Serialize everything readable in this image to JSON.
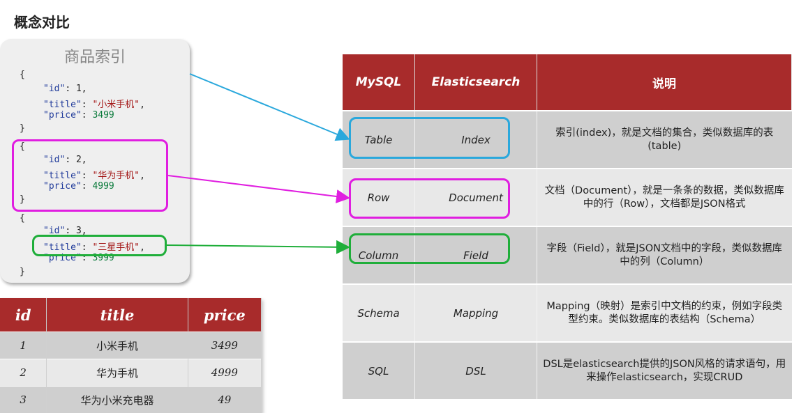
{
  "heading": "概念对比",
  "index_card": {
    "title": "商品索引",
    "docs": [
      {
        "id": "1",
        "title": "\"小米手机\"",
        "price": "3499"
      },
      {
        "id": "2",
        "title": "\"华为手机\"",
        "price": "4999"
      },
      {
        "id": "3",
        "title": "\"三星手机\"",
        "price": "3999"
      }
    ],
    "keys": {
      "id": "\"id\"",
      "title": "\"title\"",
      "price": "\"price\""
    }
  },
  "left_table": {
    "headers": [
      "id",
      "title",
      "price"
    ],
    "rows": [
      [
        "1",
        "小米手机",
        "3499"
      ],
      [
        "2",
        "华为手机",
        "4999"
      ],
      [
        "3",
        "华为小米充电器",
        "49"
      ]
    ]
  },
  "right_table": {
    "headers": [
      "MySQL",
      "Elasticsearch",
      "说明"
    ],
    "rows": [
      [
        "Table",
        "Index",
        "索引(index)，就是文档的集合，类似数据库的表(table)"
      ],
      [
        "Row",
        "Document",
        "文档（Document），就是一条条的数据，类似数据库中的行（Row），文档都是JSON格式"
      ],
      [
        "Column",
        "Field",
        "字段（Field），就是JSON文档中的字段，类似数据库中的列（Column）"
      ],
      [
        "Schema",
        "Mapping",
        "Mapping（映射）是索引中文档的约束，例如字段类型约束。类似数据库的表结构（Schema）"
      ],
      [
        "SQL",
        "DSL",
        "DSL是elasticsearch提供的JSON风格的请求语句，用来操作elasticsearch，实现CRUD"
      ]
    ]
  },
  "colors": {
    "header_red": "#a82b2b",
    "highlight_blue": "#2aa8dc",
    "highlight_magenta": "#e01ee0",
    "highlight_green": "#1fae3a"
  }
}
